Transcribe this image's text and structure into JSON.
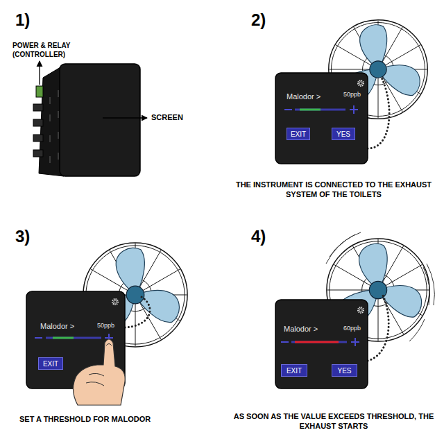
{
  "diagram": {
    "nodes": [
      {
        "text": [
          "Malodor >",
          "50ppb"
        ]
      },
      {
        "text": [
          "EXIT"
        ],
        "in": 0
      },
      {
        "text": [
          "YES"
        ],
        "in": 0
      },
      {
        "text": [
          "Malodor >",
          "50ppb"
        ]
      },
      {
        "text": [
          "EXIT"
        ],
        "in": 3
      },
      {
        "text": [
          "Malodor >",
          "60ppb"
        ]
      },
      {
        "text": [
          "EXIT"
        ],
        "in": 5
      },
      {
        "text": [
          "YES"
        ],
        "in": 5
      }
    ],
    "labels": [
      "1)",
      "POWER & RELAY (CONTROLLER)",
      "SCREEN",
      "2)",
      "THE INSTRUMENT IS CONNECTED TO THE EXHAUST SYSTEM OF THE TOILETS",
      "3)",
      "SET A THRESHOLD FOR MALODOR",
      "4)",
      "AS SOON AS THE VALUE EXCEEDS THRESHOLD, THE EXHAUST STARTS"
    ]
  }
}
